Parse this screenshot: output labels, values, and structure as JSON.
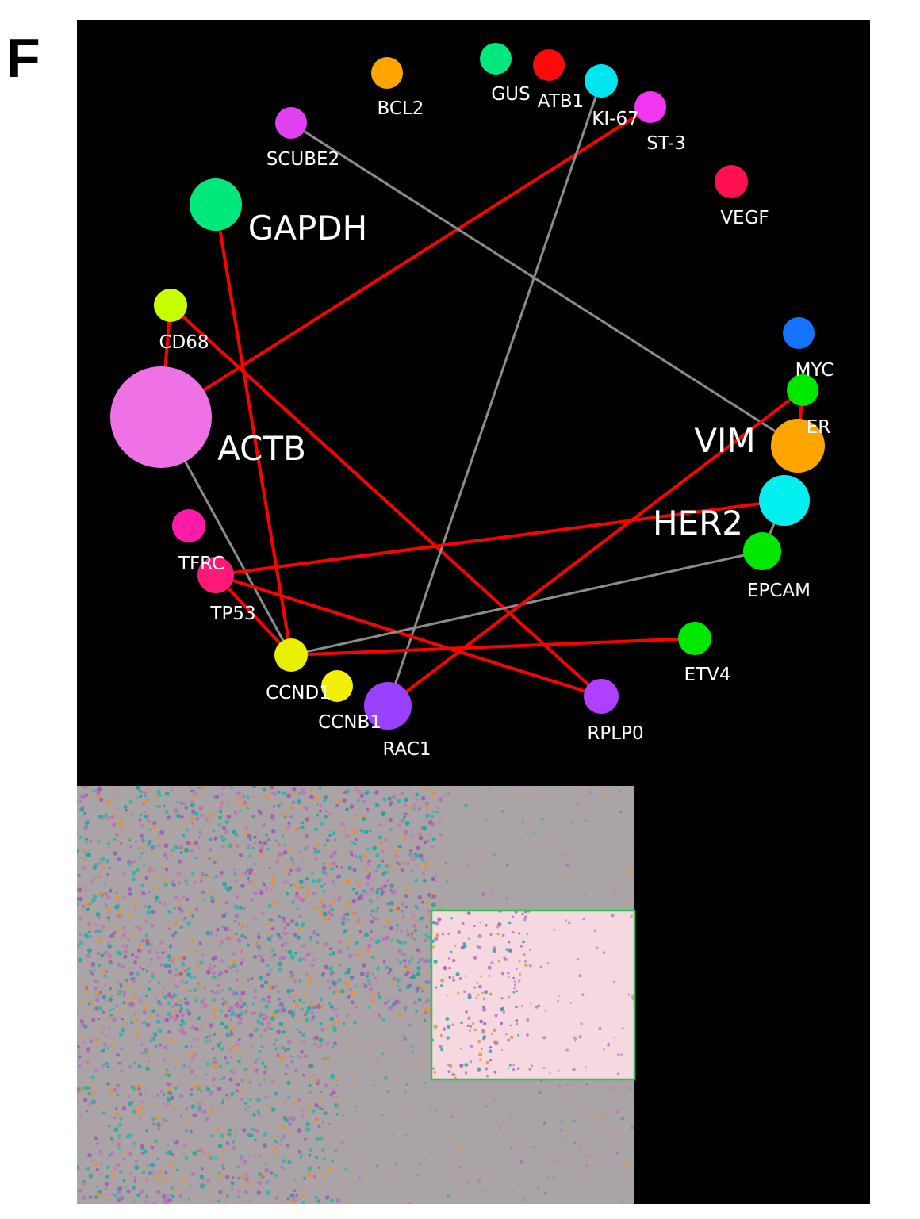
{
  "panel_label": "F",
  "network": {
    "nodes": [
      {
        "id": "BCL2",
        "label": "BCL2",
        "color": "#ffa500",
        "weight": 1
      },
      {
        "id": "GUS",
        "label": "GUS",
        "color": "#00e87c",
        "weight": 1
      },
      {
        "id": "ATB1",
        "label": "ATB1",
        "color": "#ff0a0a",
        "weight": 1
      },
      {
        "id": "KI-67",
        "label": "KI-67",
        "color": "#00e5f0",
        "weight": 1
      },
      {
        "id": "ST-3",
        "label": "ST-3",
        "color": "#f236f2",
        "weight": 1
      },
      {
        "id": "SCUBE2",
        "label": "SCUBE2",
        "color": "#e040f0",
        "weight": 1
      },
      {
        "id": "VEGF",
        "label": "VEGF",
        "color": "#ff1050",
        "weight": 1
      },
      {
        "id": "GAPDH",
        "label": "GAPDH",
        "color": "#00e87c",
        "weight": 2
      },
      {
        "id": "CD68",
        "label": "CD68",
        "color": "#c8ff00",
        "weight": 1
      },
      {
        "id": "MYC",
        "label": "MYC",
        "color": "#1473ff",
        "weight": 1
      },
      {
        "id": "ER",
        "label": "ER",
        "color": "#00e800",
        "weight": 1
      },
      {
        "id": "ACTB",
        "label": "ACTB",
        "color": "#ee72e6",
        "weight": 4
      },
      {
        "id": "VIM",
        "label": "VIM",
        "color": "#ffa500",
        "weight": 2
      },
      {
        "id": "HER2",
        "label": "HER2",
        "color": "#00f0f0",
        "weight": 2
      },
      {
        "id": "TFRC",
        "label": "TFRC",
        "color": "#ff1aa8",
        "weight": 1
      },
      {
        "id": "EPCAM",
        "label": "EPCAM",
        "color": "#00e800",
        "weight": 1
      },
      {
        "id": "TP53",
        "label": "TP53",
        "color": "#ff1a78",
        "weight": 1
      },
      {
        "id": "CCND1",
        "label": "CCND1",
        "color": "#e8f000",
        "weight": 1
      },
      {
        "id": "ETV4",
        "label": "ETV4",
        "color": "#00e800",
        "weight": 1
      },
      {
        "id": "CCNB1",
        "label": "CCNB1",
        "color": "#f0f000",
        "weight": 1
      },
      {
        "id": "RAC1",
        "label": "RAC1",
        "color": "#9a40ff",
        "weight": 1
      },
      {
        "id": "RPLP0",
        "label": "RPLP0",
        "color": "#b040ff",
        "weight": 1
      }
    ],
    "edges": [
      {
        "from": "ACTB",
        "to": "ST-3",
        "kind": "red"
      },
      {
        "from": "GAPDH",
        "to": "CCND1",
        "kind": "red"
      },
      {
        "from": "CD68",
        "to": "RPLP0",
        "kind": "red"
      },
      {
        "from": "CD68",
        "to": "ACTB",
        "kind": "red"
      },
      {
        "from": "SCUBE2",
        "to": "VIM",
        "kind": "gray"
      },
      {
        "from": "KI-67",
        "to": "RAC1",
        "kind": "gray"
      },
      {
        "from": "ACTB",
        "to": "CCND1",
        "kind": "gray"
      },
      {
        "from": "TP53",
        "to": "HER2",
        "kind": "red"
      },
      {
        "from": "TP53",
        "to": "RPLP0",
        "kind": "red"
      },
      {
        "from": "TP53",
        "to": "CCND1",
        "kind": "red"
      },
      {
        "from": "CCND1",
        "to": "ETV4",
        "kind": "red"
      },
      {
        "from": "CCND1",
        "to": "EPCAM",
        "kind": "gray"
      },
      {
        "from": "RAC1",
        "to": "ER",
        "kind": "red"
      },
      {
        "from": "HER2",
        "to": "EPCAM",
        "kind": "gray"
      },
      {
        "from": "ER",
        "to": "VIM",
        "kind": "red"
      }
    ],
    "edge_colors": {
      "red": "#ff0000",
      "gray": "#8c8c8c"
    },
    "background": "#000000"
  },
  "tissue": {
    "background": "#aaa4a6",
    "inset_frame_color": "#22cc44",
    "inset_background": "#f5d8e0",
    "dot_colors": [
      "#9b59b6",
      "#1aa5a0",
      "#e8902e",
      "#b36fbf",
      "#2bb5a8",
      "#c47ab0"
    ]
  }
}
